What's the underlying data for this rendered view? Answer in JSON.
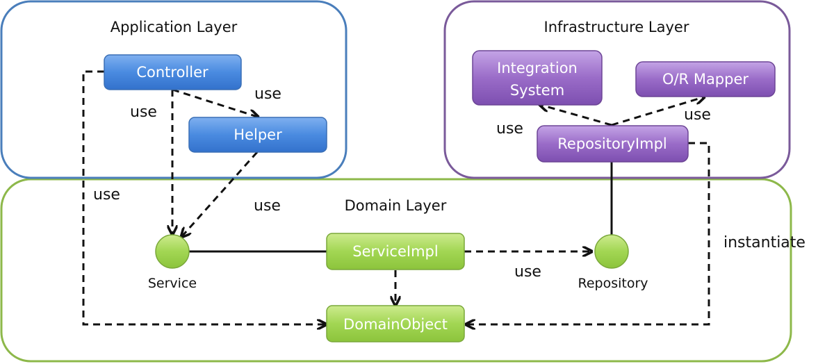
{
  "layers": {
    "application": "Application Layer",
    "infrastructure": "Infrastructure Layer",
    "domain": "Domain Layer"
  },
  "nodes": {
    "controller": "Controller",
    "helper": "Helper",
    "integration_line1": "Integration",
    "integration_line2": "System",
    "or_mapper": "O/R Mapper",
    "repository_impl": "RepositoryImpl",
    "service_impl": "ServiceImpl",
    "domain_object": "DomainObject"
  },
  "interfaces": {
    "service": "Service",
    "repository": "Repository"
  },
  "edge_labels": {
    "controller_helper": "use",
    "controller_service": "use",
    "controller_domainobject": "use",
    "helper_service": "use",
    "repoimpl_integration": "use",
    "repoimpl_ormapper": "use",
    "serviceimpl_repository": "use",
    "repoimpl_domainobject": "instantiate"
  },
  "colors": {
    "application_border": "#4a7ebb",
    "infrastructure_border": "#7a5a9a",
    "domain_border": "#8db84a",
    "blue_node": "#4a86d8",
    "purple_node": "#8a5ab8",
    "green_node": "#9ad04a"
  }
}
